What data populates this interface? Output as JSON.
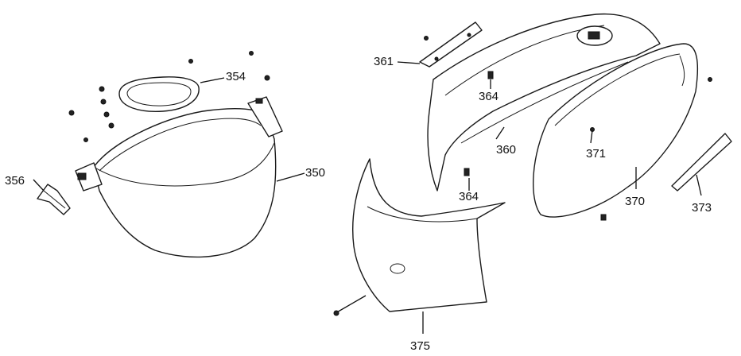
{
  "diagram": {
    "callouts": [
      {
        "id": "p350",
        "label": "350"
      },
      {
        "id": "p354",
        "label": "354"
      },
      {
        "id": "p356",
        "label": "356"
      },
      {
        "id": "p360",
        "label": "360"
      },
      {
        "id": "p361",
        "label": "361"
      },
      {
        "id": "p364a",
        "label": "364"
      },
      {
        "id": "p364b",
        "label": "364"
      },
      {
        "id": "p370",
        "label": "370"
      },
      {
        "id": "p371",
        "label": "371"
      },
      {
        "id": "p373",
        "label": "373"
      },
      {
        "id": "p375",
        "label": "375"
      }
    ]
  }
}
